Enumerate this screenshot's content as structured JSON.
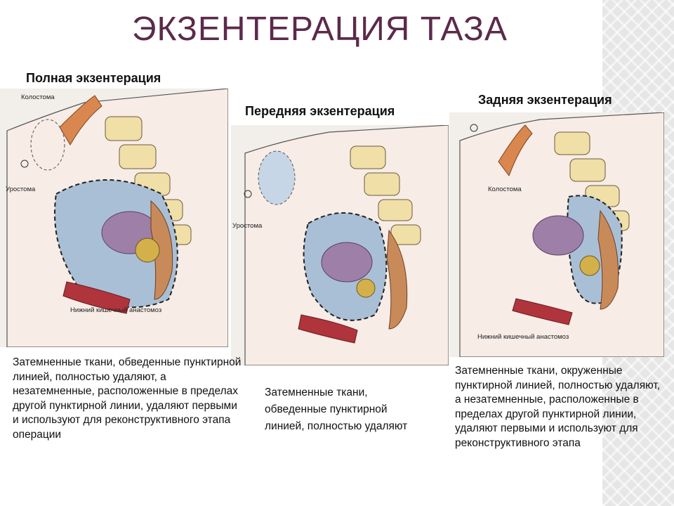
{
  "slide": {
    "title": "ЭКЗЕНТЕРАЦИЯ ТАЗА",
    "accent_color": "#5b2a4a"
  },
  "panels": {
    "full": {
      "heading": "Полная экзентерация",
      "labels": {
        "colostomy": "Колостома",
        "urostomy": "Уростома",
        "anastomosis": "Нижний кишечный анастомоз"
      },
      "caption": "Затемненные ткани, обведенные пунктирной линией, полностью удаляют, а незатемненные, расположенные в пределах другой пунктирной линии, удаляют первыми и используют для реконструктивного этапа операции"
    },
    "front": {
      "heading": "Передняя экзентерация",
      "labels": {
        "urostomy": "Уростома"
      },
      "caption": "Затемненные ткани, обведенные пунктирной линией, полностью удаляют"
    },
    "back": {
      "heading": "Задняя экзентерация",
      "labels": {
        "colostomy": "Колостома",
        "anastomosis": "Нижний кишечный анастомоз"
      },
      "caption": "Затемненные ткани, окруженные пунктирной линией, полностью удаляют, а незатемненные, расположенные в пределах другой пунктирной линии, удаляют первыми и используют для реконструктивного этапа"
    }
  },
  "colors": {
    "tissue_blue": "#a9bfd6",
    "uterus": "#9d7fa8",
    "bowel": "#c98a5a",
    "vertebra": "#f0dfa6",
    "muscle": "#b0343c",
    "lesion": "#d3b04a"
  }
}
